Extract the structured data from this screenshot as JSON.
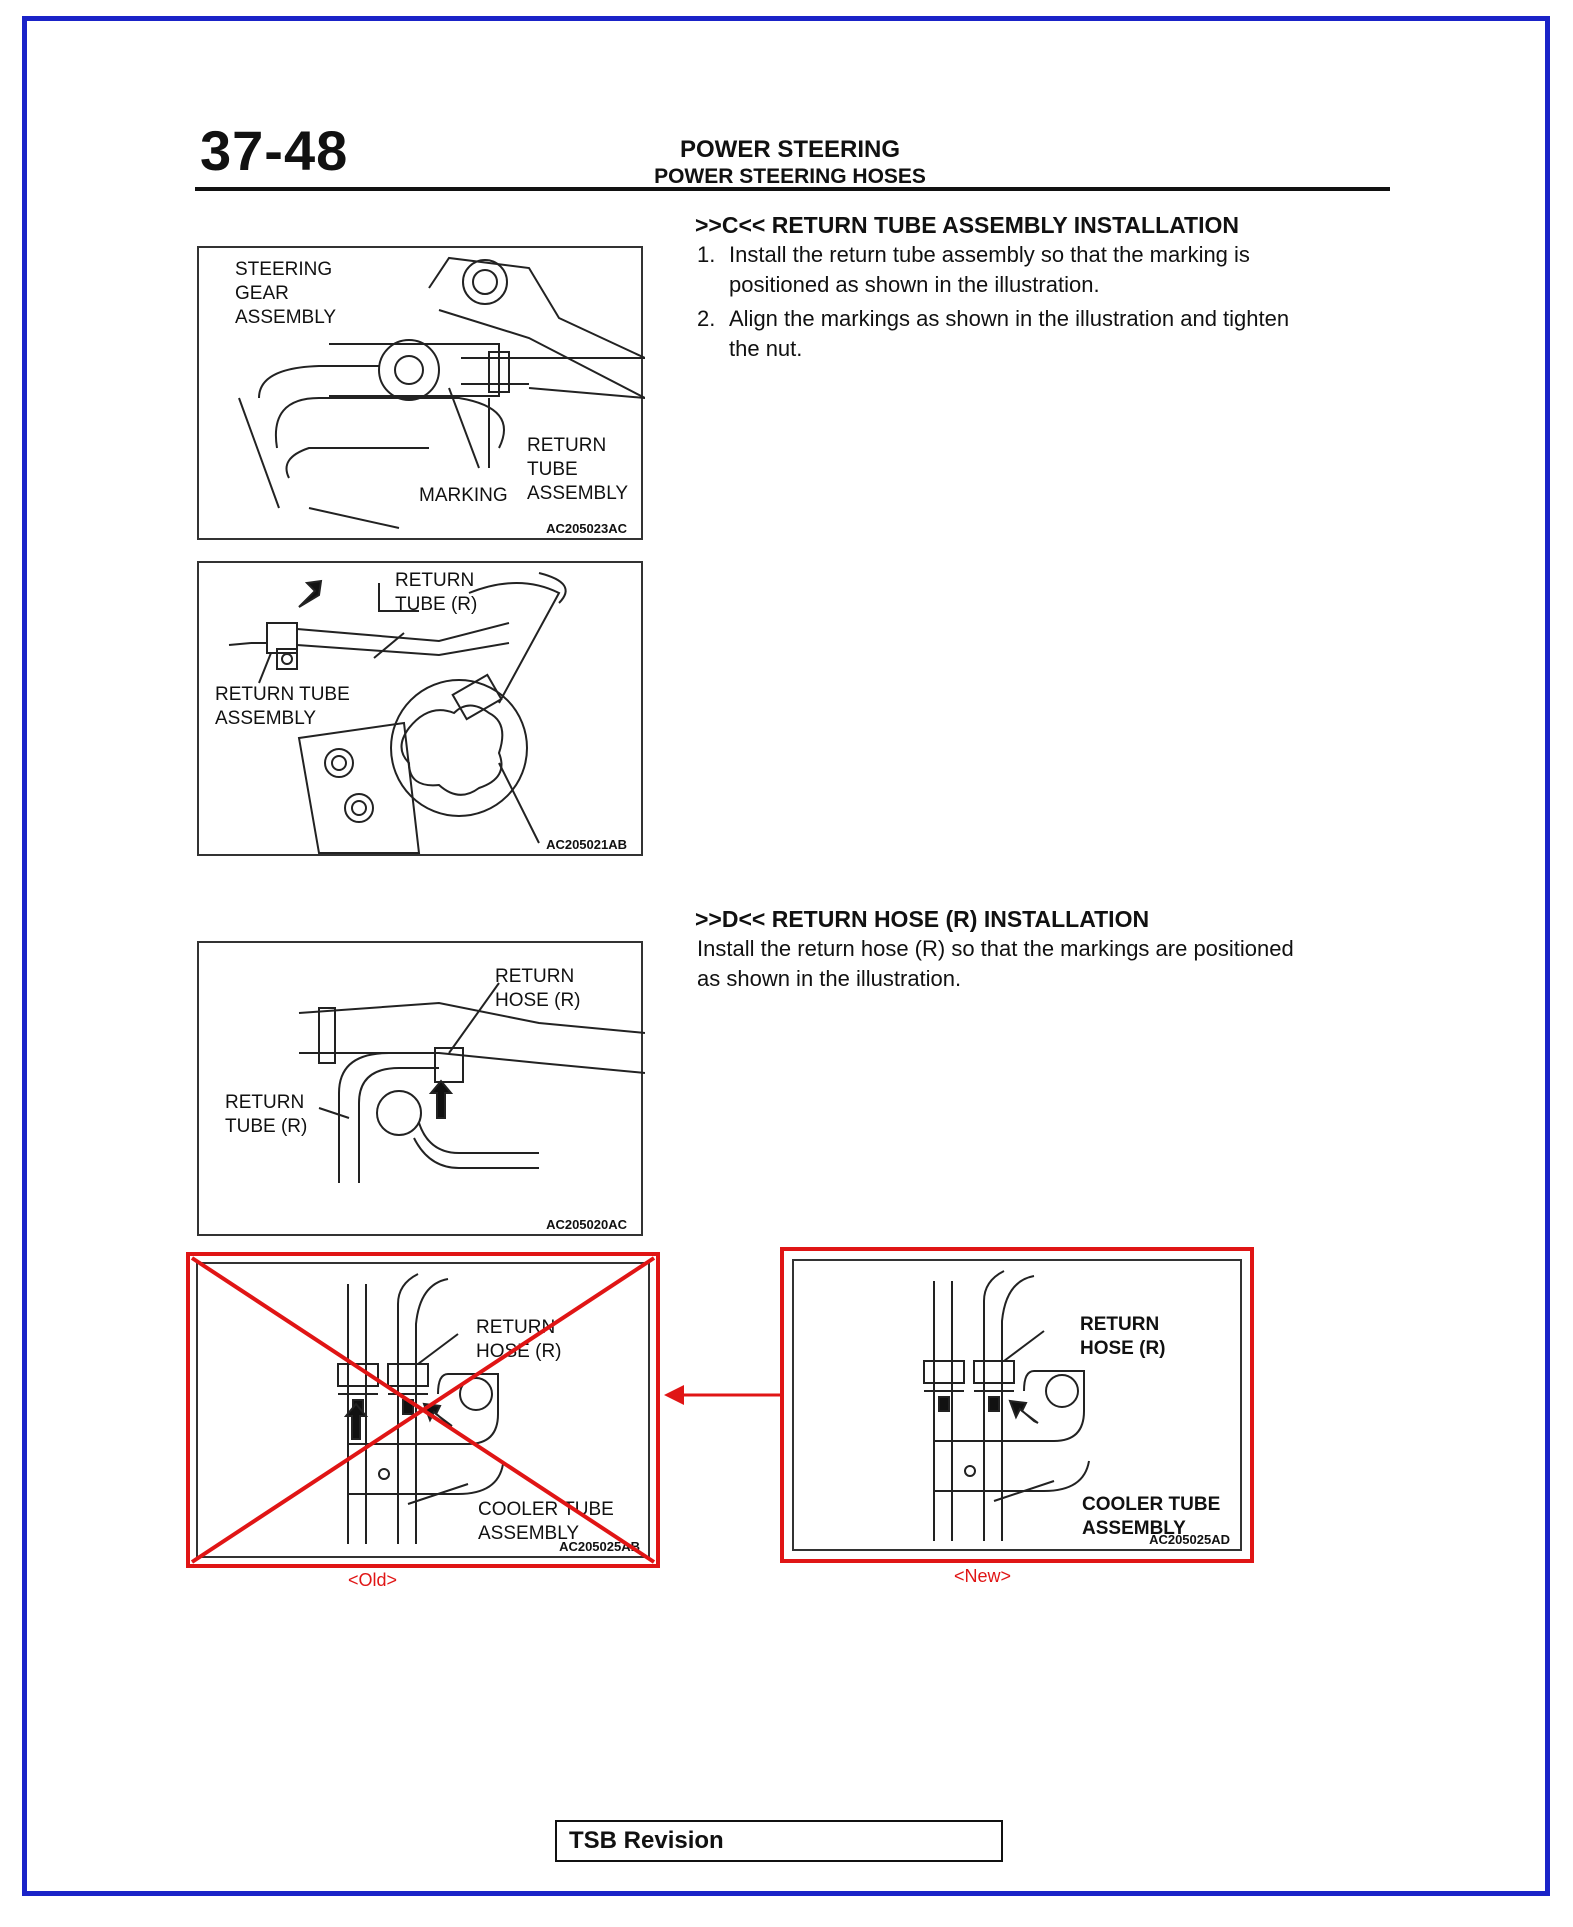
{
  "header": {
    "page_number": "37-48",
    "section": "POWER STEERING",
    "subsection": "POWER STEERING HOSES"
  },
  "section_c": {
    "title": ">>C<< RETURN TUBE ASSEMBLY INSTALLATION",
    "steps": [
      {
        "num": "1.",
        "lines": [
          "Install the return tube assembly so that the marking is",
          "positioned as shown in the illustration."
        ]
      },
      {
        "num": "2.",
        "lines": [
          "Align the markings as shown in the illustration and tighten",
          "the nut."
        ]
      }
    ]
  },
  "section_d": {
    "title": ">>D<< RETURN HOSE (R) INSTALLATION",
    "lines": [
      "Install the return hose (R) so that the markings are positioned",
      "as shown in the illustration."
    ]
  },
  "figures": {
    "fig1": {
      "code": "AC205023AC",
      "labels": {
        "steering_gear": "STEERING\nGEAR\nASSEMBLY",
        "marking": "MARKING",
        "return_tube": "RETURN\nTUBE\nASSEMBLY"
      }
    },
    "fig2": {
      "code": "AC205021AB",
      "labels": {
        "return_tube_r": "RETURN\nTUBE (R)",
        "return_tube_asm": "RETURN TUBE\nASSEMBLY"
      }
    },
    "fig3": {
      "code": "AC205020AC",
      "labels": {
        "return_hose_r": "RETURN\nHOSE (R)",
        "return_tube_r": "RETURN\nTUBE (R)"
      }
    },
    "fig_old": {
      "code": "AC205025AB",
      "caption": "<Old>",
      "labels": {
        "return_hose_r": "RETURN\nHOSE (R)",
        "cooler_tube": "COOLER TUBE\nASSEMBLY"
      }
    },
    "fig_new": {
      "code": "AC205025AD",
      "caption": "<New>",
      "labels": {
        "return_hose_r": "RETURN\nHOSE (R)",
        "cooler_tube": "COOLER TUBE\nASSEMBLY"
      }
    }
  },
  "footer": {
    "tsb_label": "TSB Revision"
  },
  "colors": {
    "frame": "#1a23c8",
    "highlight": "#e01515"
  }
}
